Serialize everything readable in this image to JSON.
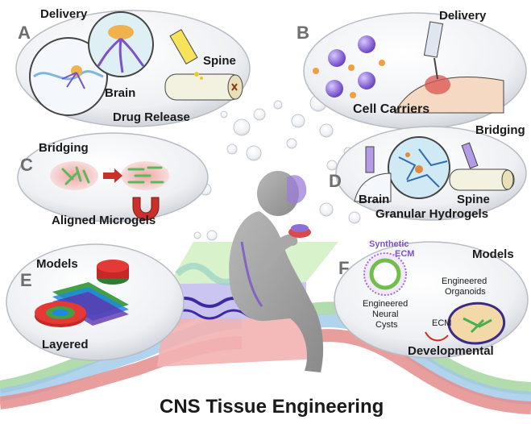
{
  "title": "CNS Tissue Engineering",
  "panels": {
    "a": {
      "letter": "A",
      "category": "Delivery",
      "brain": "Brain",
      "spine": "Spine",
      "caption": "Drug Release"
    },
    "b": {
      "letter": "B",
      "category": "Delivery",
      "caption": "Cell Carriers"
    },
    "c": {
      "letter": "C",
      "category": "Bridging",
      "caption": "Aligned Microgels"
    },
    "d": {
      "letter": "D",
      "category": "Bridging",
      "brain": "Brain",
      "spine": "Spine",
      "caption": "Granular Hydrogels"
    },
    "e": {
      "letter": "E",
      "category": "Models",
      "caption": "Layered"
    },
    "f": {
      "letter": "F",
      "category": "Models",
      "synthetic": "Synthetic",
      "ecm_label": "ECM",
      "cysts": [
        "Engineered",
        "Neural",
        "Cysts"
      ],
      "organoids": [
        "Engineered",
        "Organoids"
      ],
      "ecm": "ECM",
      "caption": "Developmental"
    }
  },
  "colors": {
    "bubble": "#dfe4ea",
    "purple": "#7b52c9",
    "green": "#7ac943",
    "red": "#d9534f",
    "blue": "#4a90d9",
    "figure": "#9b9b9b"
  }
}
